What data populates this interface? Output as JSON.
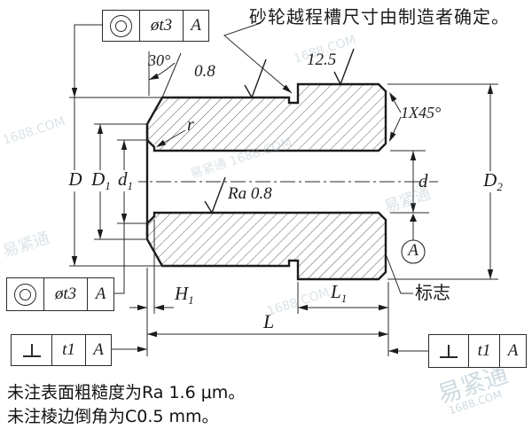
{
  "drawing": {
    "callout_grinding_groove": "砂轮越程槽尺寸由制造者确定。",
    "mark_label": "标志",
    "datum_label": "A",
    "radius_label": "r",
    "chamfer_note": "1X45°",
    "chamfer_angle": "30°",
    "notes": [
      "未注表面粗糙度为Ra 1.6 μm。",
      "未注棱边倒角为C0.5 mm。"
    ],
    "roughness": {
      "od_left": "0.8",
      "od_collar": "12.5",
      "bore": "Ra 0.8"
    }
  },
  "dimensions": {
    "D": {
      "base": "D",
      "sub": ""
    },
    "D1": {
      "base": "D",
      "sub": "1"
    },
    "d1": {
      "base": "d",
      "sub": "1"
    },
    "d": {
      "base": "d",
      "sub": ""
    },
    "D2": {
      "base": "D",
      "sub": "2"
    },
    "H1": {
      "base": "H",
      "sub": "1"
    },
    "L1": {
      "base": "L",
      "sub": "1"
    },
    "L": {
      "base": "L",
      "sub": ""
    }
  },
  "fcf": {
    "top_concentricity": {
      "tolerance": "øt3",
      "datum": "A"
    },
    "bottom_concentricity": {
      "tolerance": "øt3",
      "datum": "A"
    },
    "left_perpendicularity": {
      "tolerance": "t1",
      "datum": "A"
    },
    "right_perpendicularity": {
      "tolerance": "t1",
      "datum": "A"
    }
  },
  "watermarks": [
    "1688.COM",
    "易紧通",
    "易紧通 1688.COM",
    "1688.COM",
    "易紧通",
    "1688.COM",
    "易紧通",
    "1688.COM"
  ],
  "colors": {
    "line": "#1c1c1c",
    "watermark": "#9fb6c2"
  }
}
